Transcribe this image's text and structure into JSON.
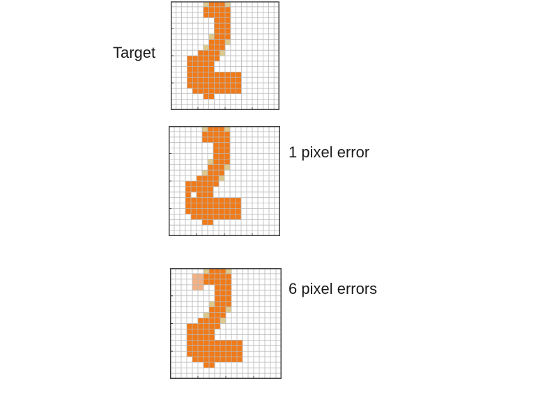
{
  "colors": {
    "fill": "#f07a18",
    "edge": "#ddc98c",
    "error": "#f4b184",
    "grid_line": "#b8b8b8",
    "frame": "#404040",
    "background": "#ffffff"
  },
  "grid_size": 20,
  "panels": [
    {
      "id": "target",
      "label": "Target",
      "rows": [
        "......E###E.........",
        "......#####.........",
        "......#####.........",
        "........###.........",
        "........###.........",
        "........###.........",
        ".......E###.........",
        ".......###E.........",
        "......E###..........",
        ".....####E..........",
        "...######...........",
        "...#####............",
        "...#####............",
        "...##########.......",
        "...##########.......",
        "...##########.......",
        "....#########.......",
        "......##............",
        "....................",
        "...................."
      ]
    },
    {
      "id": "one-error",
      "label": "1 pixel error",
      "rows": [
        "......E###E.........",
        "......#####.........",
        "......#####.........",
        "........###.........",
        "........###.........",
        "........###.........",
        ".......E###.........",
        ".......###E.........",
        "......E###..........",
        ".....####E..........",
        "...######...........",
        "...#####............",
        "...#.###............",
        "...##########.......",
        "...##########.......",
        "...##########.......",
        "....#########.......",
        "......##............",
        "....................",
        "...................."
      ]
    },
    {
      "id": "six-errors",
      "label": "6 pixel errors",
      "rows": [
        "......E###E.........",
        "....RR#####.........",
        "....RR#####.........",
        "....RR..###.........",
        "........###.........",
        "........###.........",
        ".......E###.........",
        ".......###E.........",
        "......E###..........",
        ".....####E..........",
        "...######...........",
        "...#####............",
        "...#####............",
        "...##########.......",
        "...##########.......",
        "...##########.......",
        "....#########.......",
        "......##............",
        "....................",
        "...................."
      ]
    }
  ]
}
